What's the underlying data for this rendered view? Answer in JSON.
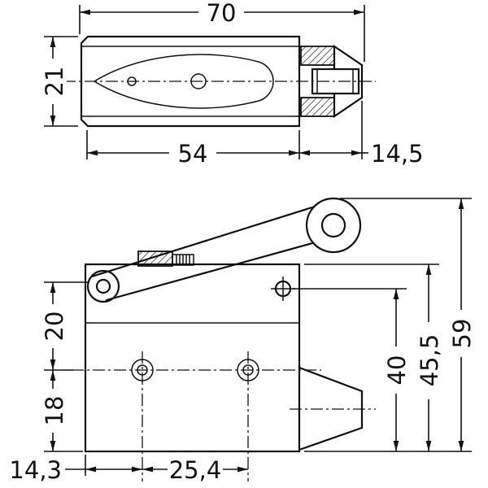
{
  "top_view": {
    "overall_length_mm": "70",
    "body_width_mm": "21",
    "body_length_mm": "54",
    "plunger_length_mm": "14,5"
  },
  "side_view": {
    "overall_height_mm": "59",
    "body_height_mm": "45,5",
    "screw_axis_to_bottom_mm": "40",
    "top_to_hole_axis_mm": "20",
    "hole_axis_to_bottom_mm": "18",
    "edge_to_first_hole_mm": "14,3",
    "hole_spacing_mm": "25,4"
  }
}
